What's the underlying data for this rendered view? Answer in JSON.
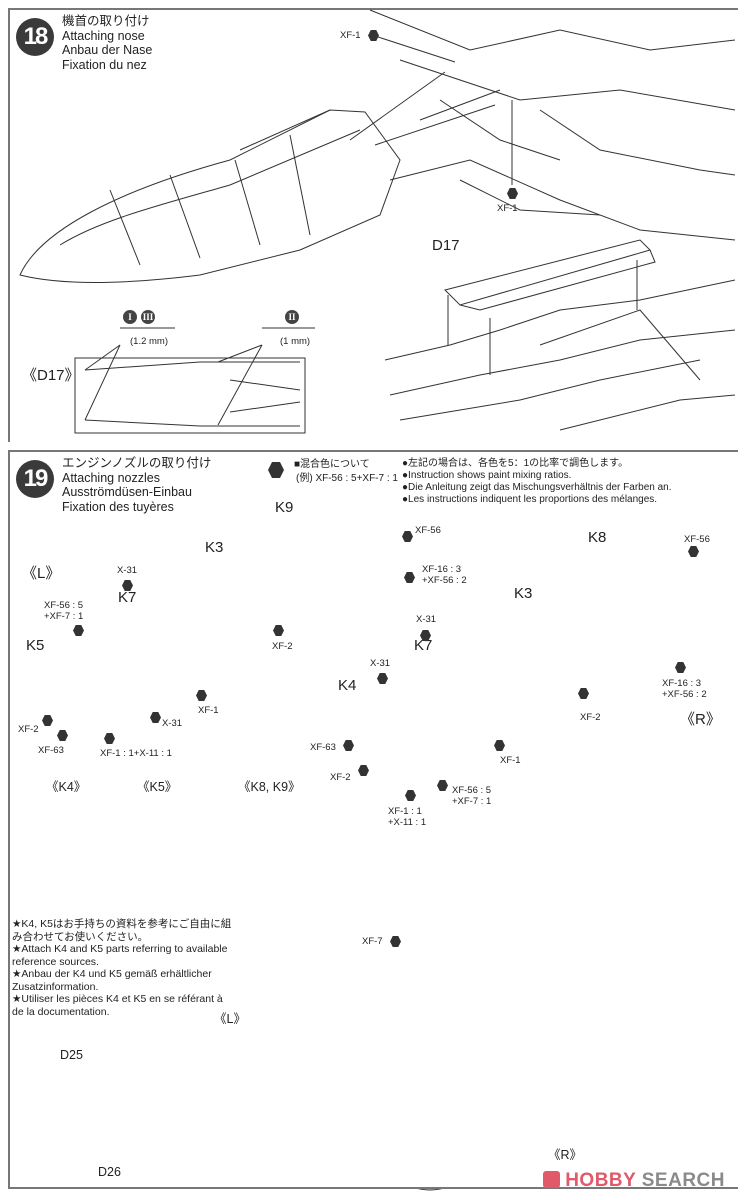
{
  "steps": [
    {
      "number": "18",
      "titles": [
        "機首の取り付け",
        "Attaching nose",
        "Anbau der Nase",
        "Fixation du nez"
      ],
      "labels": {
        "paint_top": "XF-1",
        "paint_bottom": "XF-1",
        "part_d17": "D17",
        "detail_d17": "《D17》",
        "drill_left_markers": [
          "I",
          "III"
        ],
        "drill_left_size": "(1.2 mm)",
        "drill_right_markers": [
          "II"
        ],
        "drill_right_size": "(1 mm)"
      }
    },
    {
      "number": "19",
      "titles": [
        "エンジンノズルの取り付け",
        "Attaching nozzles",
        "Ausströmdüsen-Einbau",
        "Fixation des tuyères"
      ],
      "mix_note": {
        "title": "■混合色について",
        "example": "(例) XF-56 : 5+XF-7 : 1",
        "lines": [
          "●左記の場合は、各色を5：1の比率で調色します。",
          "●Instruction shows paint mixing ratios.",
          "●Die Anleitung zeigt das Mischungsverhältnis der Farben an.",
          "●Les instructions indiquent les proportions des mélanges."
        ]
      },
      "left_assembly": {
        "side": "《L》",
        "parts": {
          "k9": "K9",
          "k3": "K3",
          "k7": "K7",
          "k5": "K5"
        },
        "paints": {
          "k9_outer": "XF-56",
          "k9_inner": [
            "XF-16 : 3",
            "+XF-56 : 2"
          ],
          "k7_top": "X-31",
          "k5_mix": [
            "XF-56 : 5",
            "+XF-7 : 1"
          ],
          "k3": "XF-2",
          "k7": "XF-1",
          "k5_right": "X-31",
          "k5_left": "XF-2",
          "k5_bottom": "XF-63",
          "k5_bottom_mix": "XF-1 : 1+X-11 : 1"
        }
      },
      "right_assembly": {
        "side": "《R》",
        "parts": {
          "k8": "K8",
          "k3": "K3",
          "k7": "K7",
          "k4": "K4"
        },
        "paints": {
          "k8_outer": "XF-56",
          "k8_inner": [
            "XF-16 : 3",
            "+XF-56 : 2"
          ],
          "k7_top": "X-31",
          "k4_top": "X-31",
          "k3": "XF-2",
          "k7": "XF-1",
          "k4_left": "XF-63",
          "k4_lower": "XF-2",
          "k4_mix": [
            "XF-56 : 5",
            "+XF-7 : 1"
          ],
          "k4_bottom_mix": [
            "XF-1 : 1",
            "+X-11 : 1"
          ]
        }
      },
      "details": [
        "《K4》",
        "《K5》",
        "《K8, K9》"
      ],
      "notes": [
        "★K4, K5はお手持ちの資料を参考にご自由に組み合わせてお使いください。",
        "★Attach K4 and K5 parts referring to available reference sources.",
        "★Anbau der K4 und K5 gemäß erhältlicher Zusatzinformation.",
        "★Utiliser les pièces K4 et K5 en se référant à de la documentation."
      ],
      "lower": {
        "paint_xf7": "XF-7",
        "side_l": "《L》",
        "side_r": "《R》",
        "part_d25": "D25",
        "part_d26": "D26"
      }
    }
  ],
  "watermark": {
    "brand_a": "HOBBY",
    "brand_b": " SEARCH",
    "accent": "#e05a6a"
  }
}
